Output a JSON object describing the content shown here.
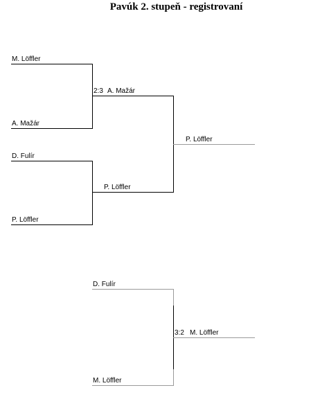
{
  "title": "Pavúk 2. stupeň - registrovaní",
  "bracket_top": {
    "round1": [
      {
        "player": "M. Löffler"
      },
      {
        "player": "A. Mažár"
      },
      {
        "player": "D. Fulír"
      },
      {
        "player": "P. Löffler"
      }
    ],
    "round2": [
      {
        "score": "2:3",
        "player": "A. Mažár"
      },
      {
        "score": "",
        "player": "P. Löffler"
      }
    ],
    "winner": {
      "player": "P. Löffler"
    }
  },
  "bracket_bottom": {
    "round1": [
      {
        "player": "D. Fulír"
      },
      {
        "player": "M. Löffler"
      }
    ],
    "winner": {
      "score": "3:2",
      "player": "M. Löffler"
    }
  }
}
